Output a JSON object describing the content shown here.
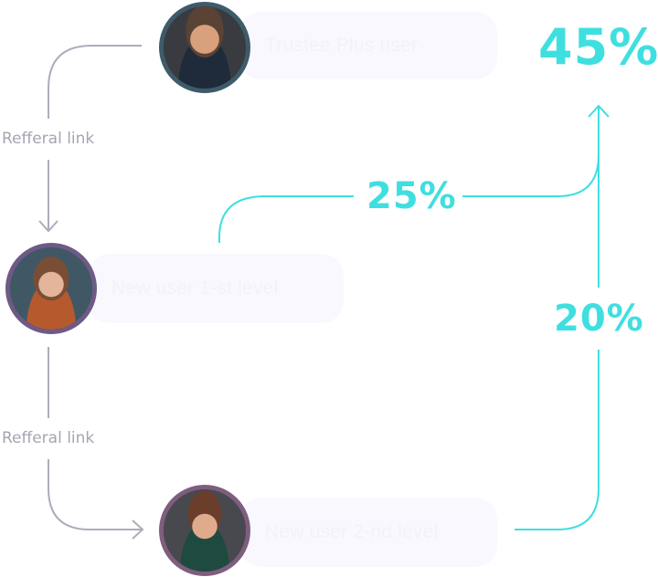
{
  "nodes": [
    {
      "id": "trustee",
      "label": "Trustee Plus user",
      "avatar": "man-bearded-suit-portrait",
      "border_color": "#3e5b6b"
    },
    {
      "id": "level1",
      "label": "New user 1-st level",
      "avatar": "woman-orange-turtleneck-portrait",
      "border_color": "#6f5a86"
    },
    {
      "id": "level2",
      "label": "New user 2-nd level",
      "avatar": "young-man-green-shirt-portrait",
      "border_color": "#7e5e7e"
    }
  ],
  "edges": [
    {
      "from": "trustee",
      "to": "level1",
      "label": "Refferal link"
    },
    {
      "from": "level1",
      "to": "level2",
      "label": "Refferal link"
    }
  ],
  "rewards": {
    "level1_pct": "25%",
    "level2_pct": "20%",
    "total_pct": "45%"
  },
  "colors": {
    "accent": "#3fdfe0",
    "link_line": "#aeacbb",
    "pill_bg": "#f9f8fe",
    "pill_text": "#f3f2f8"
  }
}
